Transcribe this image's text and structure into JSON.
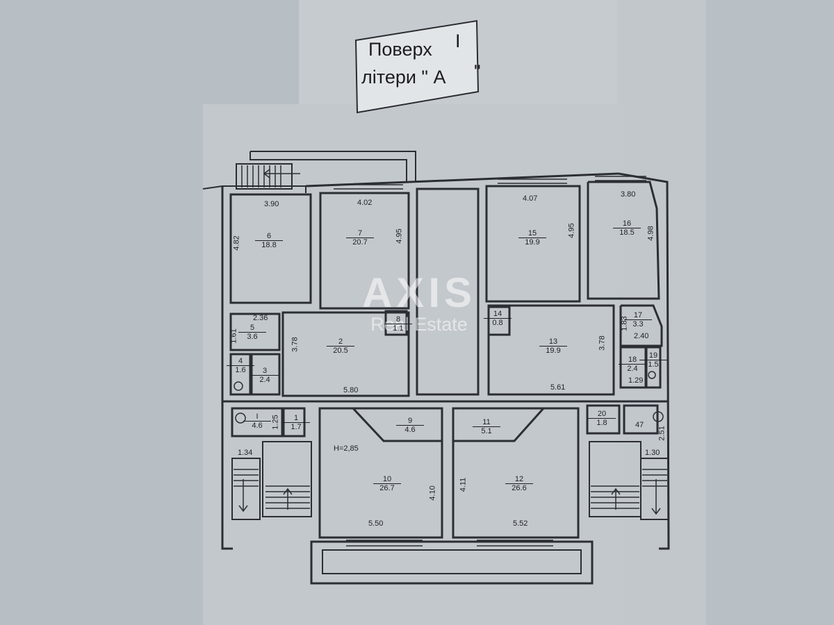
{
  "title": {
    "line1": "Поверх",
    "line1_value": "I",
    "line2": "літери \" А",
    "line2_suffix": "\""
  },
  "watermark": {
    "brand": "AXIS",
    "sub": "Real Estate"
  },
  "rooms": [
    {
      "id": "r6",
      "num": "6",
      "area": "18.8"
    },
    {
      "id": "r7",
      "num": "7",
      "area": "20.7"
    },
    {
      "id": "r15",
      "num": "15",
      "area": "19.9"
    },
    {
      "id": "r16",
      "num": "16",
      "area": "18.5"
    },
    {
      "id": "r5",
      "num": "5",
      "area": "3.6"
    },
    {
      "id": "r4",
      "num": "4",
      "area": "1.6"
    },
    {
      "id": "r3",
      "num": "3",
      "area": "2.4"
    },
    {
      "id": "r2",
      "num": "2",
      "area": "20.5"
    },
    {
      "id": "r8",
      "num": "8",
      "area": "1.1"
    },
    {
      "id": "r14",
      "num": "14",
      "area": "0.8"
    },
    {
      "id": "r13",
      "num": "13",
      "area": "19.9"
    },
    {
      "id": "r17",
      "num": "17",
      "area": "3.3"
    },
    {
      "id": "r18",
      "num": "18",
      "area": "2.4"
    },
    {
      "id": "r19",
      "num": "19",
      "area": "1.5"
    },
    {
      "id": "rI",
      "num": "I",
      "area": "4.6"
    },
    {
      "id": "r1",
      "num": "1",
      "area": "1.7"
    },
    {
      "id": "r9",
      "num": "9",
      "area": "4.6"
    },
    {
      "id": "r11",
      "num": "11",
      "area": "5.1"
    },
    {
      "id": "r20",
      "num": "20",
      "area": "1.8"
    },
    {
      "id": "r10",
      "num": "10",
      "area": "26.7"
    },
    {
      "id": "r12",
      "num": "12",
      "area": "26.6"
    }
  ],
  "dims": {
    "d390": "3.90",
    "d402": "4.02",
    "d407": "4.07",
    "d380": "3.80",
    "d482": "4.82",
    "d495a": "4.95",
    "d495b": "4.95",
    "d498": "4.98",
    "d236": "2.36",
    "d161": "1.61",
    "d378a": "3.78",
    "d378b": "3.78",
    "d580": "5.80",
    "d561": "5.61",
    "d183": "1.83",
    "d240": "2.40",
    "d129": "1.29",
    "d125": "1.25",
    "d134": "1.34",
    "d251": "2.51",
    "d130": "1.30",
    "d410": "4.10",
    "d411": "4.11",
    "d550": "5.50",
    "d552": "5.52",
    "h285": "H=2,85",
    "d47": "47"
  }
}
